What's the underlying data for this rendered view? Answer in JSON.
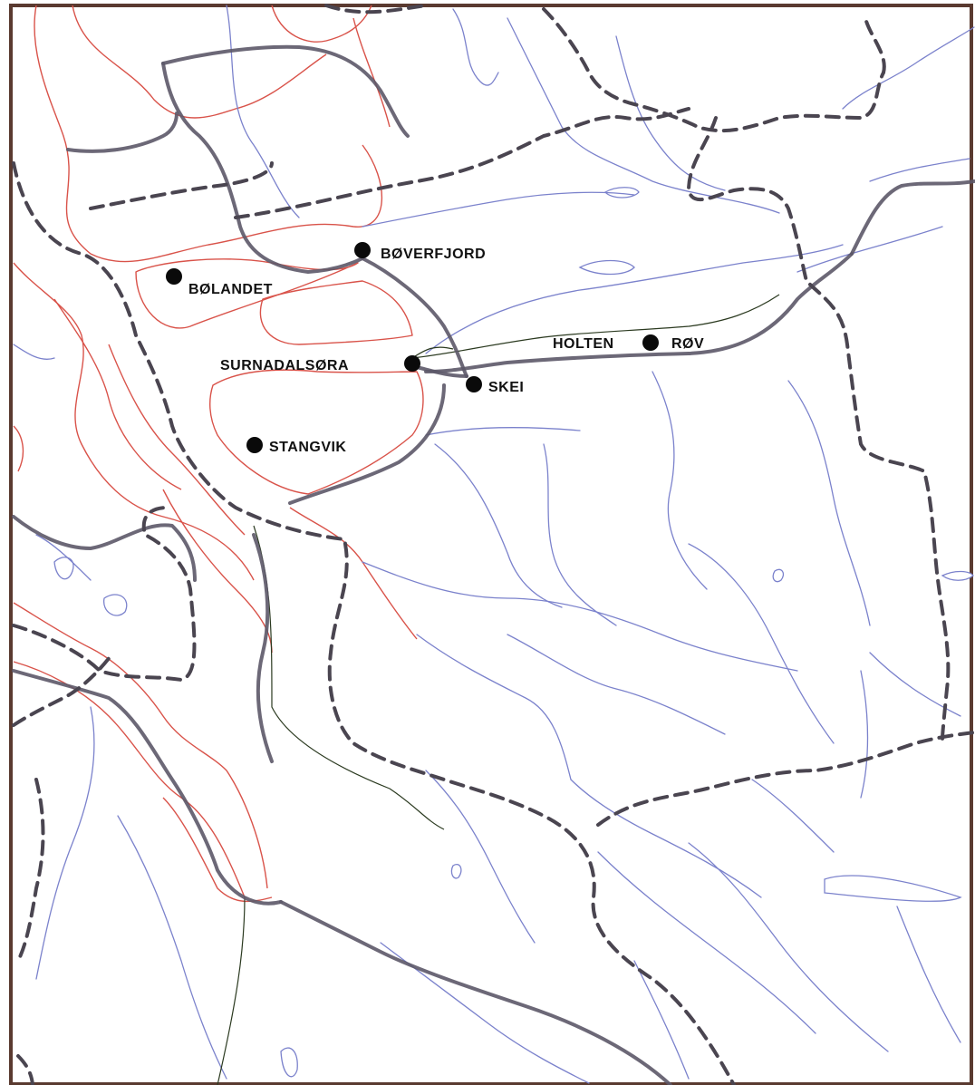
{
  "map": {
    "places": [
      {
        "id": "bolandet",
        "name": "BØLANDET"
      },
      {
        "id": "boverfjord",
        "name": "BØVERFJORD"
      },
      {
        "id": "surnadalsora",
        "name": "SURNADALSØRA"
      },
      {
        "id": "skei",
        "name": "SKEI"
      },
      {
        "id": "stangvik",
        "name": "STANGVIK"
      },
      {
        "id": "holten",
        "name": "HOLTEN"
      },
      {
        "id": "rov",
        "name": "RØV"
      }
    ],
    "colors": {
      "contour": "#d9534a",
      "river": "#7b82cc",
      "road": "#5c5868",
      "border": "#4a4550",
      "frame": "#5a3a30"
    }
  }
}
